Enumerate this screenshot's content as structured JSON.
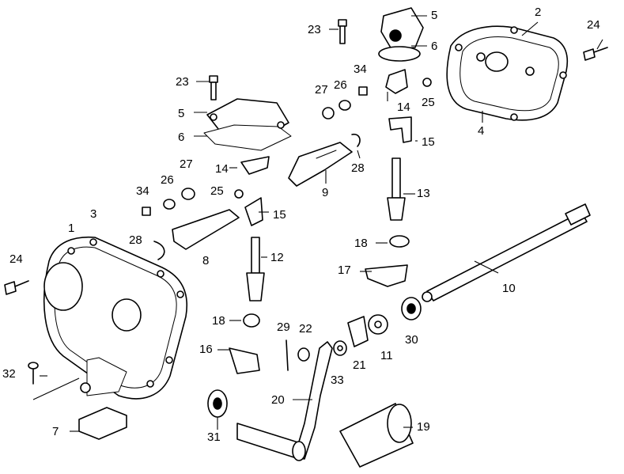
{
  "callouts": {
    "c_23a": "23",
    "c_5a": "5",
    "c_2": "2",
    "c_24a": "24",
    "c_6a": "6",
    "c_34a": "34",
    "c_26a": "26",
    "c_27a": "27",
    "c_14a": "14",
    "c_25a": "25",
    "c_23b": "23",
    "c_4": "4",
    "c_5b": "5",
    "c_6b": "6",
    "c_15a": "15",
    "c_28a": "28",
    "c_27b": "27",
    "c_14b": "14",
    "c_9": "9",
    "c_34b": "34",
    "c_26b": "26",
    "c_25b": "25",
    "c_13": "13",
    "c_15b": "15",
    "c_3": "3",
    "c_1": "1",
    "c_28b": "28",
    "c_8": "8",
    "c_18a": "18",
    "c_24b": "24",
    "c_12": "12",
    "c_17": "17",
    "c_10": "10",
    "c_18b": "18",
    "c_29": "29",
    "c_22": "22",
    "c_30": "30",
    "c_16": "16",
    "c_11": "11",
    "c_21": "21",
    "c_32": "32",
    "c_33": "33",
    "c_20": "20",
    "c_7": "7",
    "c_19": "19",
    "c_31": "31"
  }
}
